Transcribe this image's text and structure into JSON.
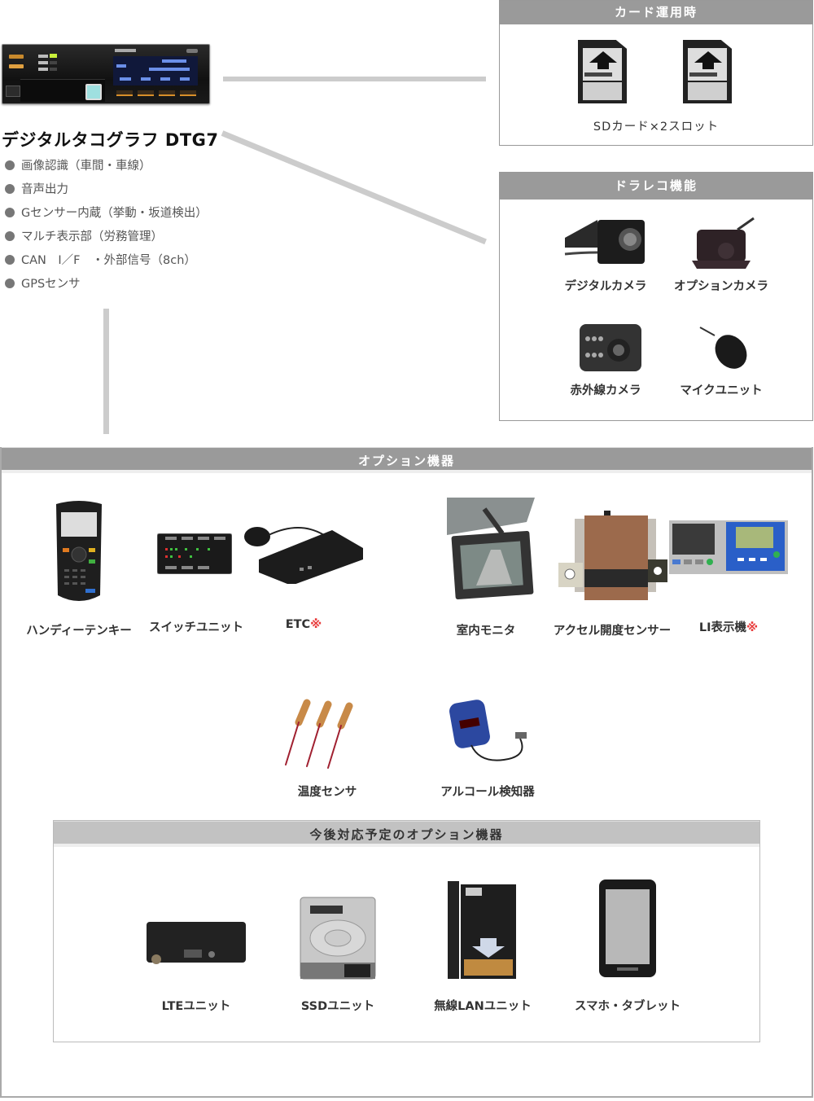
{
  "device": {
    "title": "デジタルタコグラフ DTG7",
    "features": [
      "画像認識（車間・車線）",
      "音声出力",
      "Gセンサー内蔵（挙動・坂道検出）",
      "マルチ表示部（労務管理）",
      "CAN　I／F　・外部信号（8ch）",
      "GPSセンサ"
    ]
  },
  "card_section": {
    "title": "カード運用時",
    "caption": "SDカード×2スロット"
  },
  "drarec_section": {
    "title": "ドラレコ機能",
    "items": [
      {
        "label": "デジタルカメラ"
      },
      {
        "label": "オプションカメラ"
      },
      {
        "label": "赤外線カメラ"
      },
      {
        "label": "マイクユニット"
      }
    ]
  },
  "options_section": {
    "title": "オプション機器",
    "items": [
      {
        "label": "ハンディーテンキー",
        "mark": ""
      },
      {
        "label": "スイッチユニット",
        "mark": ""
      },
      {
        "label": "ETC",
        "mark": "※"
      },
      {
        "label": "室内モニタ",
        "mark": ""
      },
      {
        "label": "アクセル開度センサー",
        "mark": ""
      },
      {
        "label": "LI表示機",
        "mark": "※"
      },
      {
        "label": "温度センサ",
        "mark": ""
      },
      {
        "label": "アルコール検知器",
        "mark": ""
      }
    ]
  },
  "future_section": {
    "title": "今後対応予定のオプション機器",
    "items": [
      {
        "label": "LTEユニット"
      },
      {
        "label": "SSDユニット"
      },
      {
        "label": "無線LANユニット"
      },
      {
        "label": "スマホ・タブレット"
      }
    ]
  },
  "colors": {
    "header_gray": "#9a9a9a",
    "future_header_gray": "#c2c2c2",
    "connector_gray": "#cccccc",
    "note_red": "#e83c3c"
  }
}
